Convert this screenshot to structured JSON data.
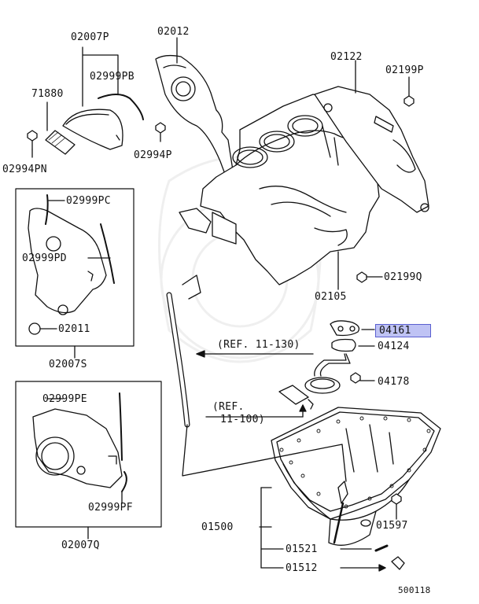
{
  "diagram": {
    "figure_id": "500118",
    "highlighted_part": "04161",
    "groups": [
      {
        "id": "02007S",
        "items": [
          "02999PC",
          "02999PD",
          "02011"
        ]
      },
      {
        "id": "02007Q",
        "items": [
          "02999PE",
          "02999PF"
        ]
      }
    ],
    "labels": {
      "p02007P": "02007P",
      "p02012": "02012",
      "p02999PB": "02999PB",
      "p71880": "71880",
      "p02994PN": "02994PN",
      "p02994P": "02994P",
      "p02122": "02122",
      "p02199P": "02199P",
      "p02999PC": "02999PC",
      "p02999PD": "02999PD",
      "p02011": "02011",
      "p02007S": "02007S",
      "p02199Q": "02199Q",
      "p02105": "02105",
      "p04161": "04161",
      "p04124": "04124",
      "ref_a": "(REF. 11-130)",
      "p04178": "04178",
      "p02999PE": "02999PE",
      "ref_b1": "(REF.",
      "ref_b2": "11-100)",
      "p02999PF": "02999PF",
      "p02007Q": "02007Q",
      "p01500": "01500",
      "p01597": "01597",
      "p01521": "01521",
      "p01512": "01512",
      "fig": "500118"
    }
  }
}
